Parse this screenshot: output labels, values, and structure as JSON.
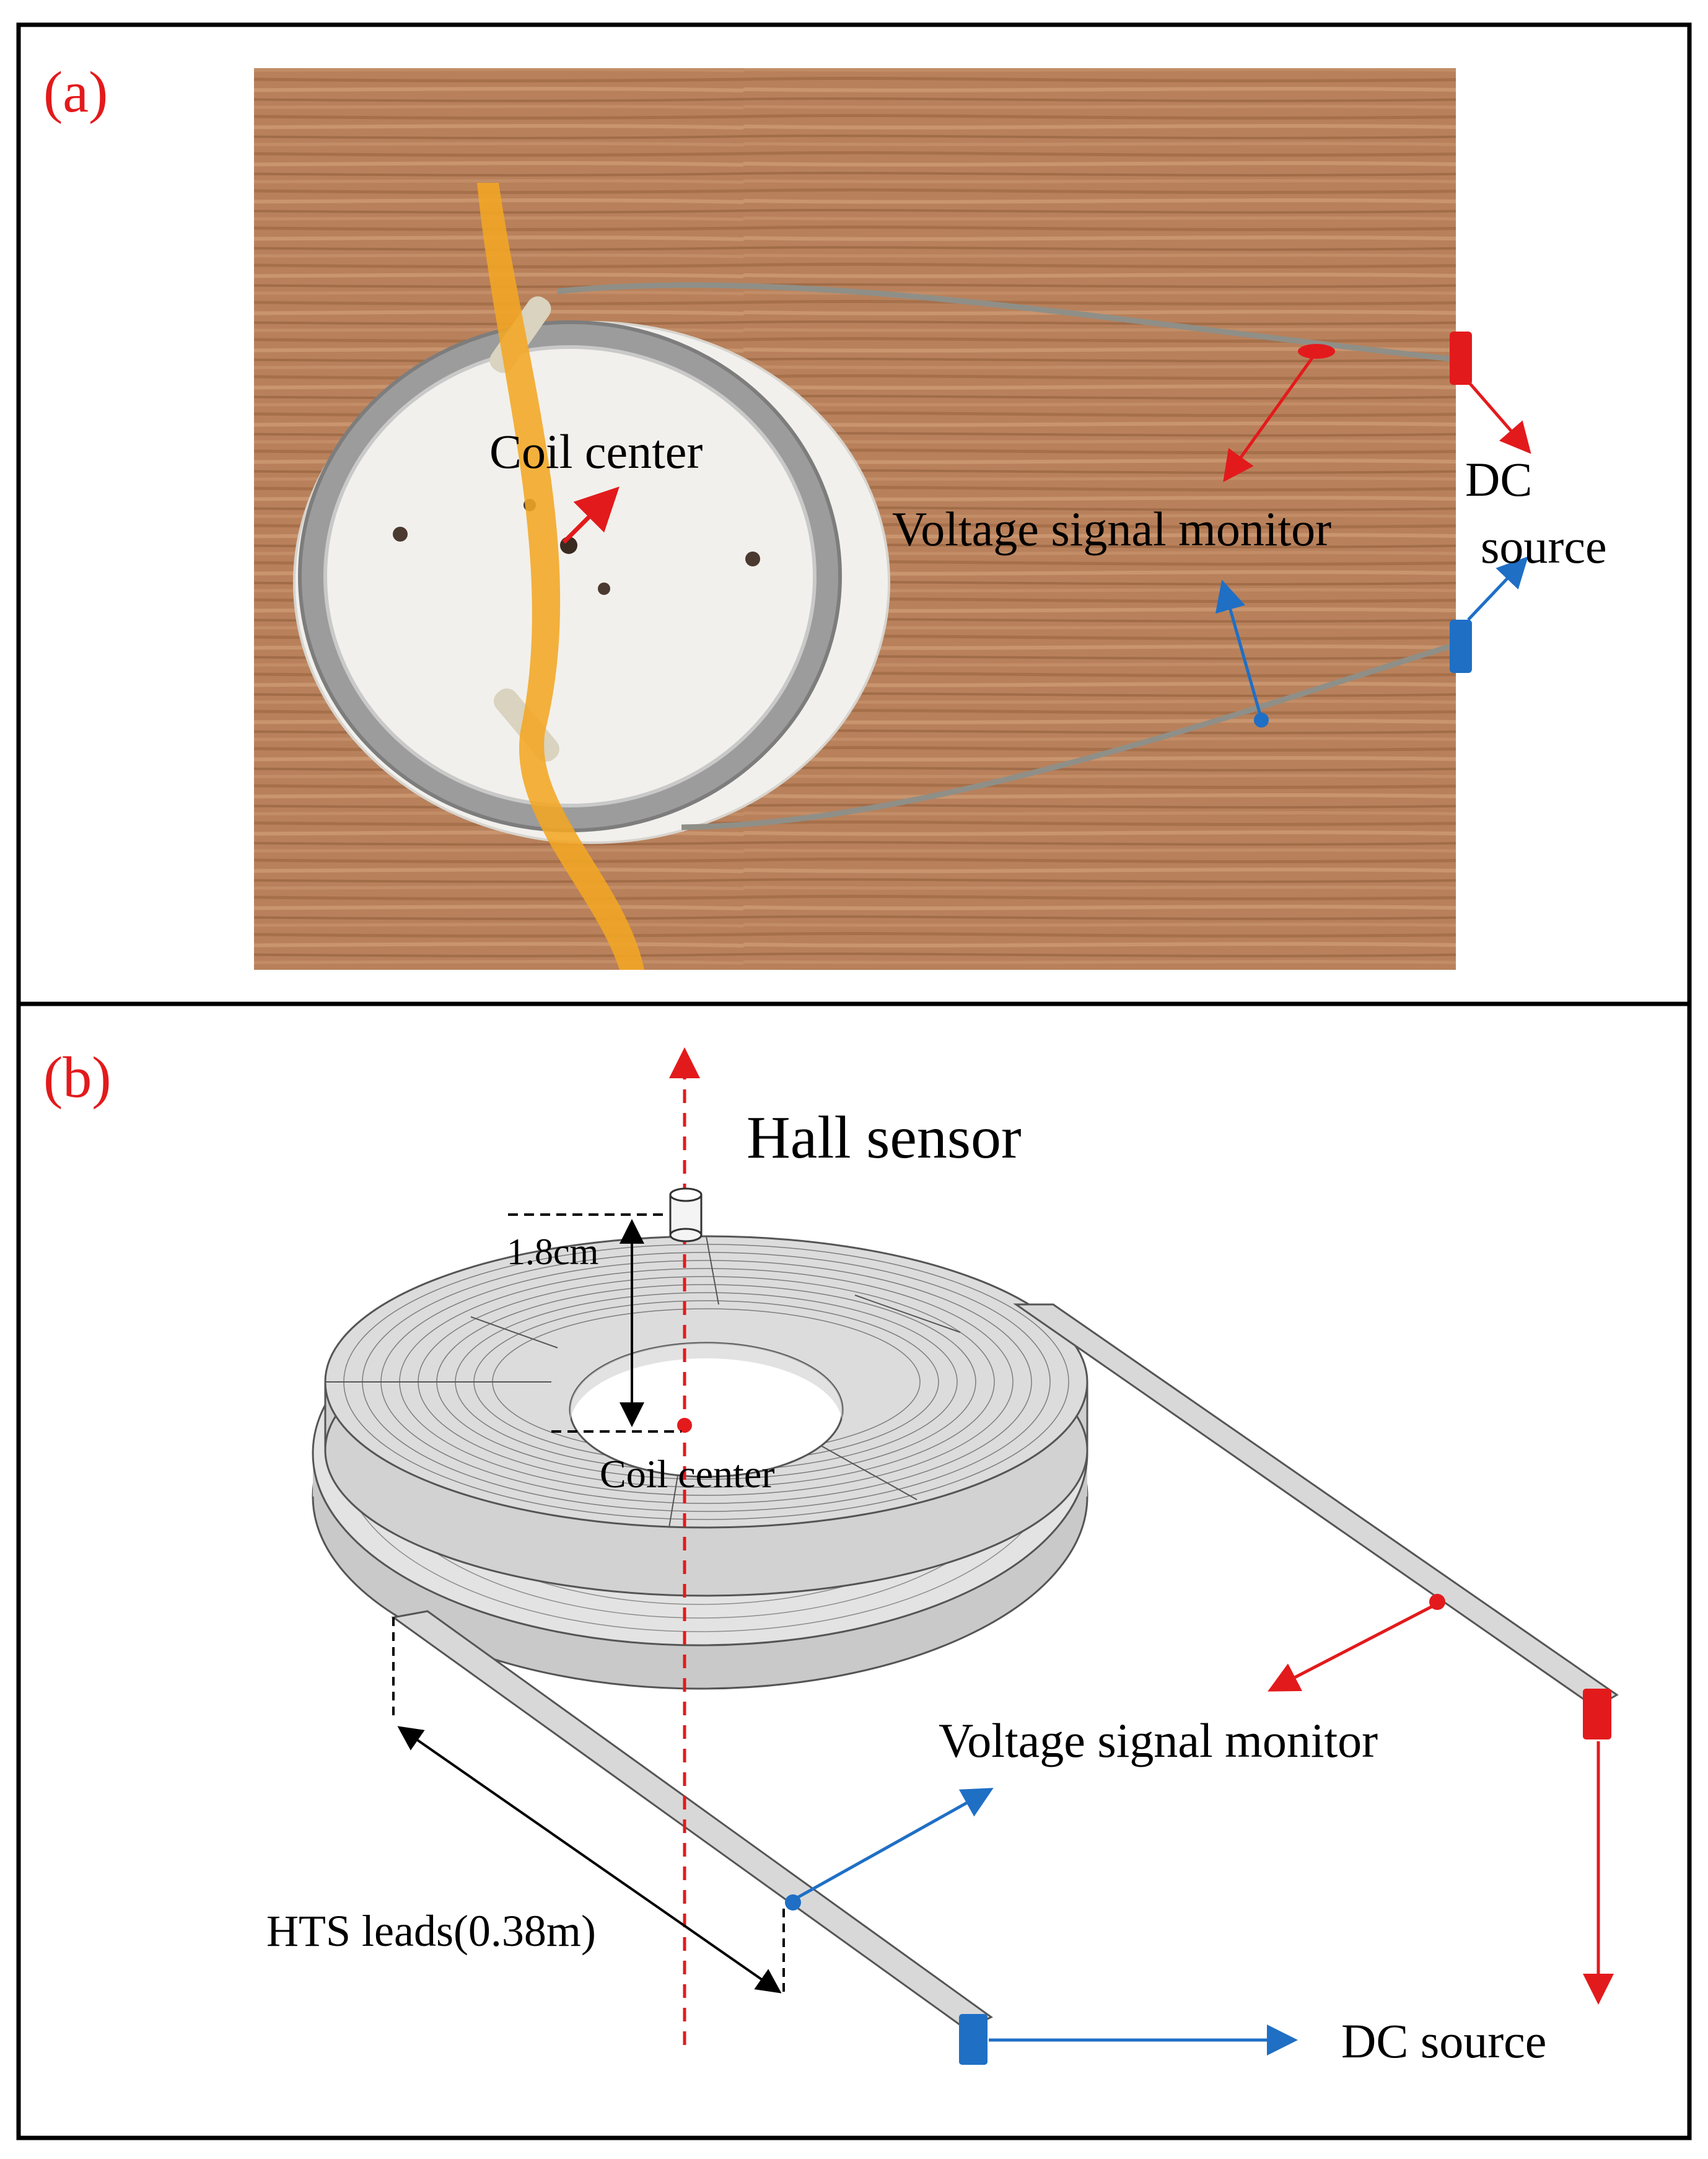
{
  "panel_a": {
    "tag": "(a)",
    "coil_center": "Coil center",
    "voltage_monitor": "Voltage signal monitor",
    "dc_line1": "DC",
    "dc_line2": "source"
  },
  "panel_b": {
    "tag": "(b)",
    "hall_sensor": "Hall sensor",
    "distance": "1.8cm",
    "coil_center": "Coil center",
    "voltage_monitor": "Voltage signal monitor",
    "hts_leads": "HTS leads(0.38m)",
    "dc_source": "DC source"
  },
  "colors": {
    "tag": "#e31a1c",
    "red_arrow": "#e31a1c",
    "blue_arrow": "#1f6fc5",
    "kapton": "#f2a623",
    "wood": "#b07a55"
  }
}
